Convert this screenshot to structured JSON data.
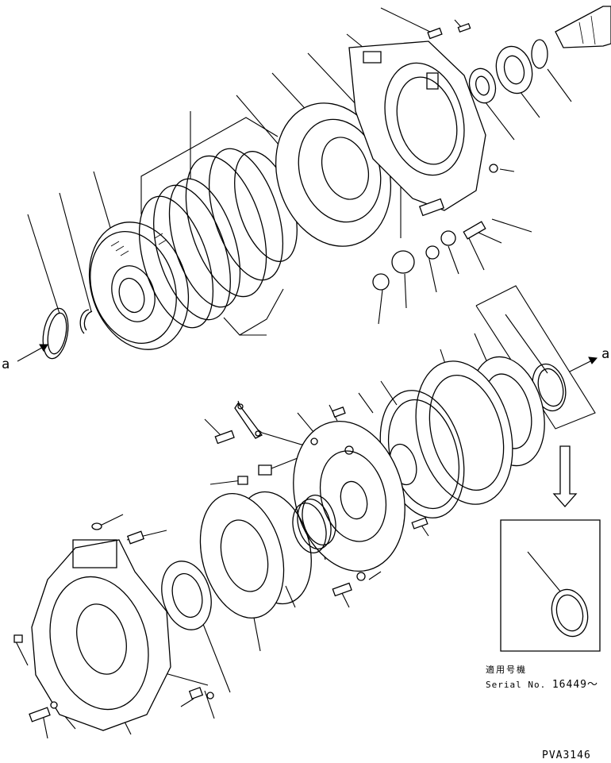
{
  "labels": {
    "a_left": "a",
    "a_right": "a"
  },
  "applicability_box": {
    "title": "適用号機",
    "serial_prefix": "Serial No.",
    "serial_number": "16449～"
  },
  "drawing_code": "PVA3146"
}
